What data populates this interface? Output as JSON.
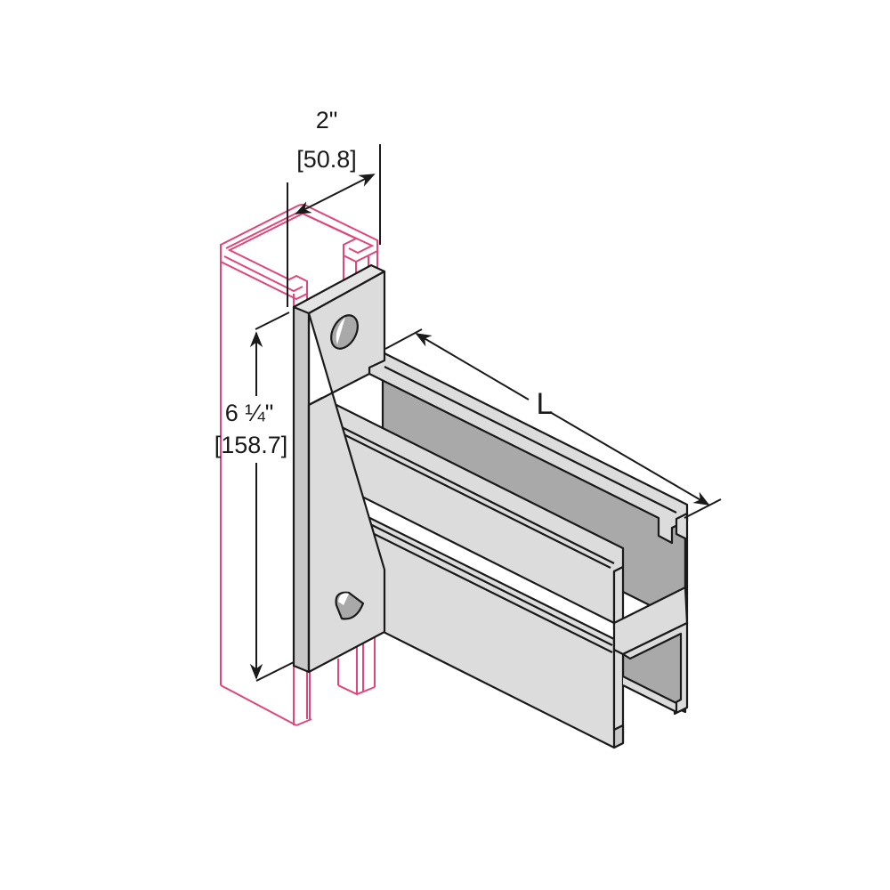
{
  "diagram": {
    "subject": "Double channel cantilever bracket attached to strut channel",
    "colors": {
      "background": "#ffffff",
      "outline": "#1a1a1a",
      "steel_light": "#dcdcdc",
      "steel_mid": "#c8c8c8",
      "steel_dark": "#a9a9a9",
      "ghost_channel": "#e0457b"
    },
    "dimensions": {
      "width": {
        "imperial": "2\"",
        "metric": "[50.8]"
      },
      "height": {
        "imperial": "6 ¼\"",
        "metric": "[158.7]"
      },
      "length": {
        "label": "L"
      }
    },
    "parts": [
      {
        "name": "ghost-strut-channel",
        "label": ""
      },
      {
        "name": "base-plate",
        "label": ""
      },
      {
        "name": "double-channel-arm",
        "label": ""
      }
    ]
  }
}
